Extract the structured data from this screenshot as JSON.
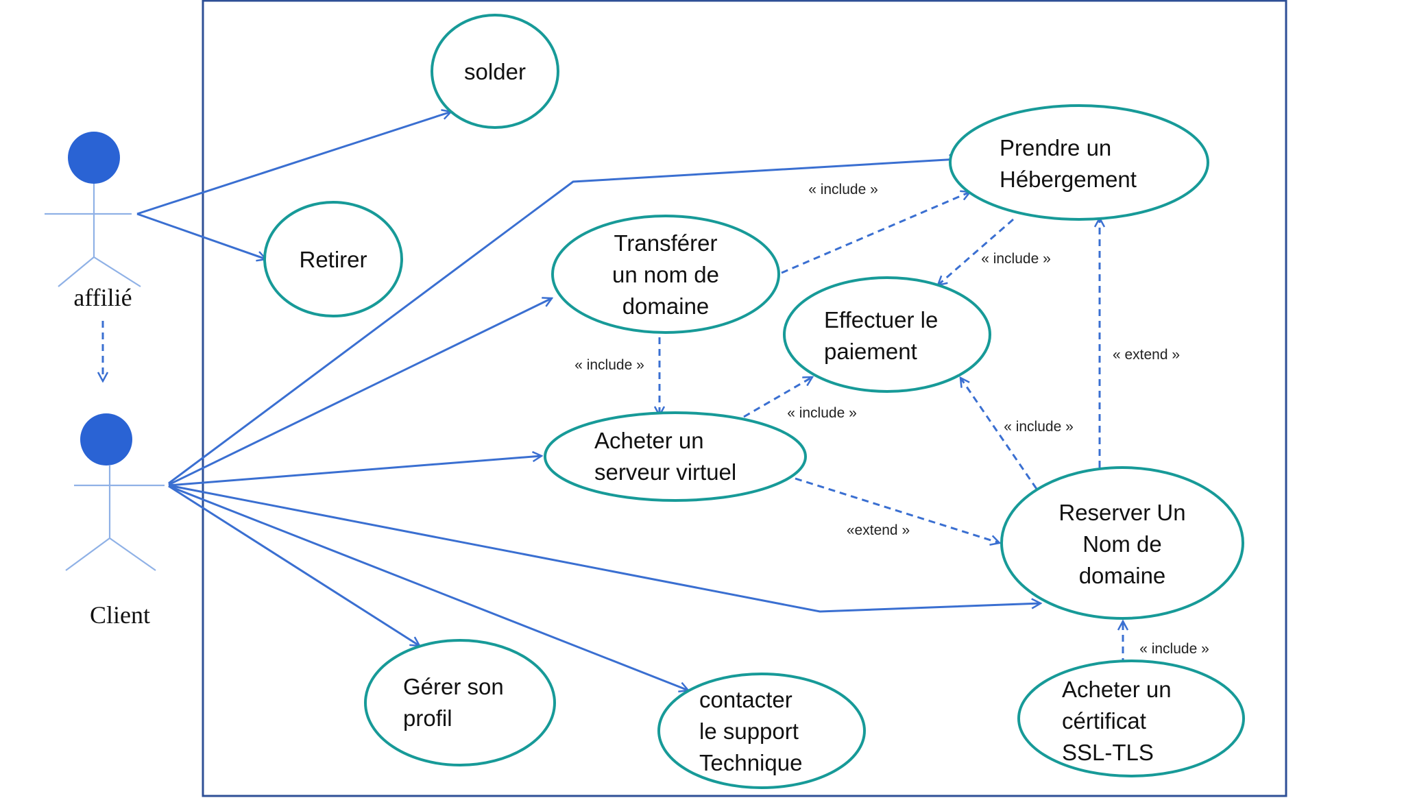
{
  "actors": {
    "affilie": {
      "label": "affilié"
    },
    "client": {
      "label": "Client"
    }
  },
  "use_cases": {
    "solder": {
      "lines": [
        "solder"
      ]
    },
    "retirer": {
      "lines": [
        "Retirer"
      ]
    },
    "prendre": {
      "lines": [
        "Prendre un",
        "Hébergement"
      ]
    },
    "transferer": {
      "lines": [
        "Transférer",
        "un nom de",
        "domaine"
      ]
    },
    "effectuer": {
      "lines": [
        "Effectuer le",
        "paiement"
      ]
    },
    "acheter_serveur": {
      "lines": [
        "Acheter un",
        "serveur virtuel"
      ]
    },
    "reserver": {
      "lines": [
        "Reserver Un",
        "Nom de",
        "domaine"
      ]
    },
    "gerer": {
      "lines": [
        "Gérer son",
        "profil"
      ]
    },
    "contacter": {
      "lines": [
        "contacter",
        "le support",
        "Technique"
      ]
    },
    "acheter_ssl": {
      "lines": [
        "Acheter un",
        "cértificat",
        "SSL-TLS"
      ]
    }
  },
  "relations": [
    {
      "id": "transferer-include-prendre",
      "label": "« include »"
    },
    {
      "id": "prendre-include-effectuer",
      "label": "« include »"
    },
    {
      "id": "transferer-include-serveur",
      "label": "« include »"
    },
    {
      "id": "serveur-include-effectuer",
      "label": "« include »"
    },
    {
      "id": "reserver-include-effectuer",
      "label": "« include »"
    },
    {
      "id": "reserver-extend-prendre",
      "label": "« extend »"
    },
    {
      "id": "serveur-extend-reserver",
      "label": "«extend »"
    },
    {
      "id": "ssl-include-reserver",
      "label": "« include »"
    }
  ],
  "colors": {
    "use_case_border": "#179a98",
    "association_line": "#3a6fd1",
    "actor_head": "#2a63d4",
    "actor_body": "#8fb1e6",
    "boundary": "#2e4f96"
  }
}
